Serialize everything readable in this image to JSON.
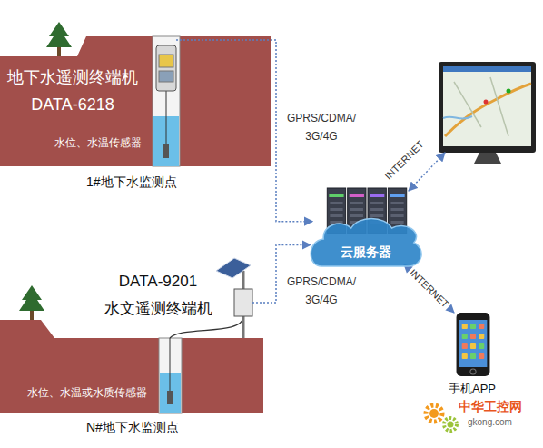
{
  "diagram": {
    "nodes": [
      {
        "text": [
          "地下水遥测终端机 DATA-6218",
          "水位、水温传感器"
        ]
      },
      {
        "text": [
          "云服务器"
        ]
      },
      {
        "text": [
          "DATA-9201 水文遥测终端机",
          "水位、水温或水质传感器"
        ]
      },
      {
        "text": [
          "手机APP"
        ]
      }
    ],
    "edges": [
      {
        "from": 0,
        "to": 1,
        "arrow": "to",
        "label": "GPRS/CDMA/ 3G/4G"
      },
      {
        "from": 2,
        "to": 1,
        "arrow": "to",
        "label": "GPRS/CDMA/ 3G/4G"
      },
      {
        "from": 1,
        "to": 3,
        "arrow": "both",
        "label": "INTERNET"
      }
    ],
    "labels": [
      "1#地下水监测点",
      "N#地下水监测点",
      "INTERNET",
      "中华工控网",
      "gkong.com"
    ]
  }
}
